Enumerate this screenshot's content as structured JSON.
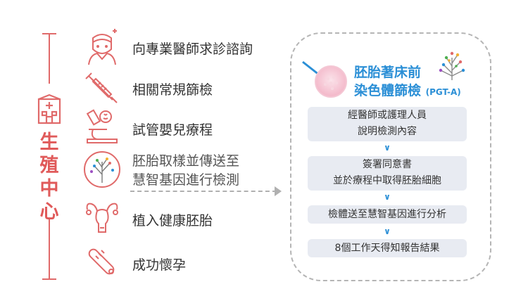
{
  "center": {
    "label_chars": [
      "生",
      "殖",
      "中",
      "心"
    ]
  },
  "steps": [
    {
      "icon": "doctor-icon",
      "label": "向專業醫師求診諮詢"
    },
    {
      "icon": "syringe-icon",
      "label": "相關常規篩檢"
    },
    {
      "icon": "microscope-icon",
      "label": "試管嬰兒療程"
    },
    {
      "icon": "dna-tree-icon",
      "label_lines": [
        "胚胎取樣並傳送至",
        "慧智基因進行檢測"
      ]
    },
    {
      "icon": "uterus-icon",
      "label": "植入健康胚胎"
    },
    {
      "icon": "thermometer-icon",
      "label": "成功懷孕"
    }
  ],
  "pgt": {
    "title_line1": "胚胎著床前",
    "title_line2": "染色體篩檢",
    "title_sub": "(PGT-A)"
  },
  "pgt_steps": [
    {
      "lines": [
        "經醫師或護理人員",
        "說明檢測內容"
      ]
    },
    {
      "lines": [
        "簽署同意書",
        "並於療程中取得胚胎細胞"
      ]
    },
    {
      "lines": [
        "檢體送至慧智基因進行分析"
      ]
    },
    {
      "lines": [
        "8個工作天得知報告結果"
      ]
    }
  ],
  "colors": {
    "accent_red": "#e06a6a",
    "accent_blue": "#2b8fd6",
    "box_bg": "#e8ebf2",
    "dash_gray": "#b0b0b0"
  }
}
